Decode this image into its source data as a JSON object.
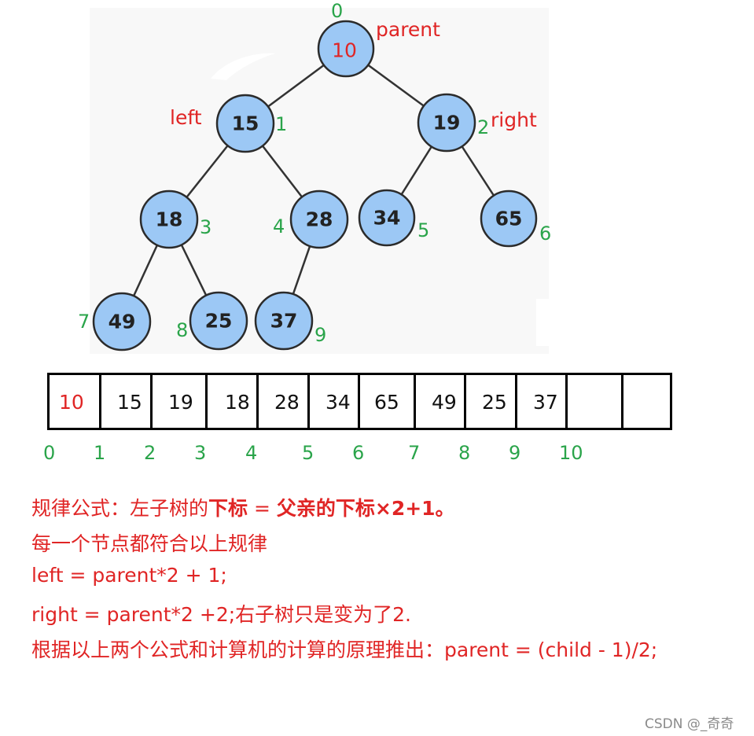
{
  "tree": {
    "nodes": [
      {
        "value": "10",
        "index": "0",
        "role": "parent"
      },
      {
        "value": "15",
        "index": "1",
        "role": "left"
      },
      {
        "value": "19",
        "index": "2",
        "role": "right"
      },
      {
        "value": "18",
        "index": "3"
      },
      {
        "value": "28",
        "index": "4"
      },
      {
        "value": "34",
        "index": "5"
      },
      {
        "value": "65",
        "index": "6"
      },
      {
        "value": "49",
        "index": "7"
      },
      {
        "value": "25",
        "index": "8"
      },
      {
        "value": "37",
        "index": "9"
      }
    ],
    "role_labels": {
      "parent": "parent",
      "left": "left",
      "right": "right"
    }
  },
  "array": {
    "values": [
      "10",
      "15",
      "19",
      "18",
      "28",
      "34",
      "65",
      "49",
      "25",
      "37",
      "",
      ""
    ],
    "indices": [
      "0",
      "1",
      "2",
      "3",
      "4",
      "5",
      "6",
      "7",
      "8",
      "9",
      "10"
    ]
  },
  "notes": {
    "line1_prefix": "规律公式：左子树的",
    "line1_bold_a": "下标",
    "line1_mid": " = ",
    "line1_bold_b": "父亲的下标×2+1。",
    "line2": "每一个节点都符合以上规律",
    "line3": "left = parent*2 + 1;",
    "line4": "right = parent*2 +2;右子树只是变为了2.",
    "line5": "根据以上两个公式和计算机的计算的原理推出：parent = (child - 1)/2;"
  },
  "watermark": "CSDN @_奇奇",
  "colors": {
    "red": "#e02525",
    "green": "#2aa44a",
    "node_fill": "#9cc8f5"
  }
}
